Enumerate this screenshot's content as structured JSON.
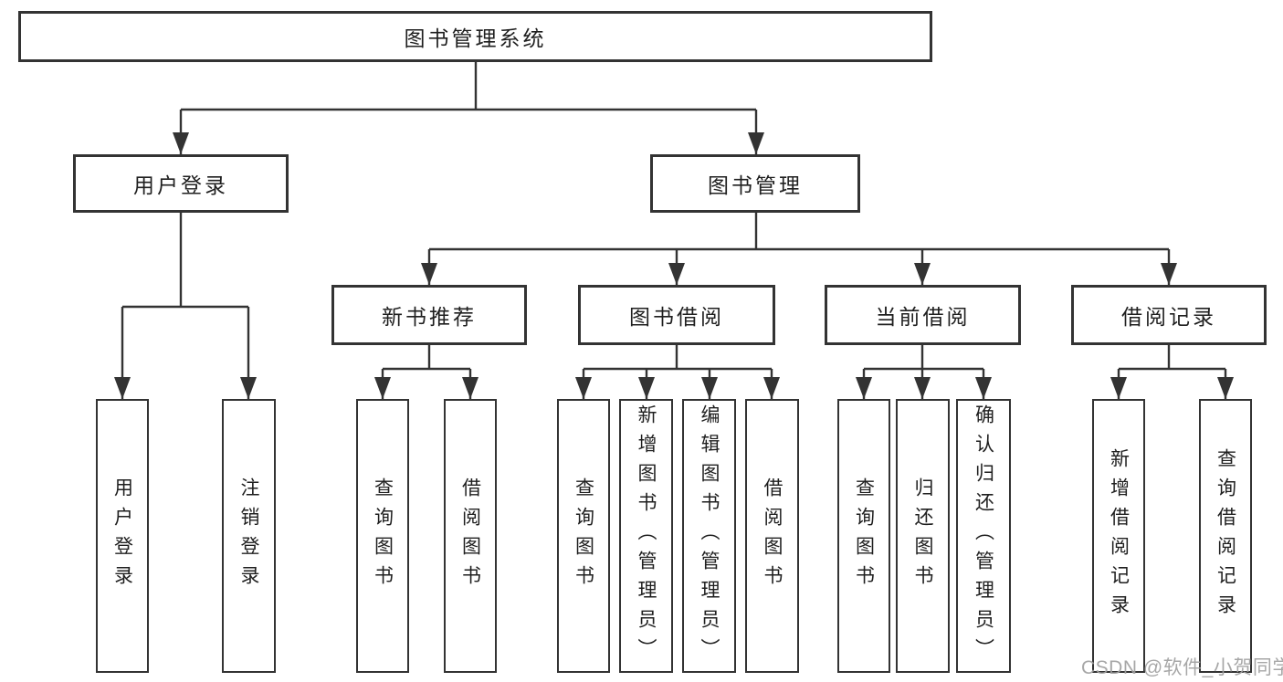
{
  "title": {
    "label": "图书管理系统"
  },
  "level2": {
    "user_login": "用户登录",
    "book_mgmt": "图书管理"
  },
  "level3": {
    "new_books": "新书推荐",
    "borrowing": "图书借阅",
    "current": "当前借阅",
    "records": "借阅记录"
  },
  "leaves": {
    "user_login": [
      "用户登录",
      "注销登录"
    ],
    "new_books": [
      "查询图书",
      "借阅图书"
    ],
    "borrowing": [
      "查询图书",
      "新增图书（管理员）",
      "编辑图书（管理员）",
      "借阅图书"
    ],
    "current": [
      "查询图书",
      "归还图书",
      "确认归还（管理员）"
    ],
    "records": [
      "新增借阅记录",
      "查询借阅记录"
    ]
  },
  "watermark": {
    "text": "CSDN @软件_小贺同学"
  },
  "colors": {
    "line": "#333333",
    "text": "#1f1f1f",
    "background": "#ffffff",
    "watermark": "#a0a0a0"
  }
}
